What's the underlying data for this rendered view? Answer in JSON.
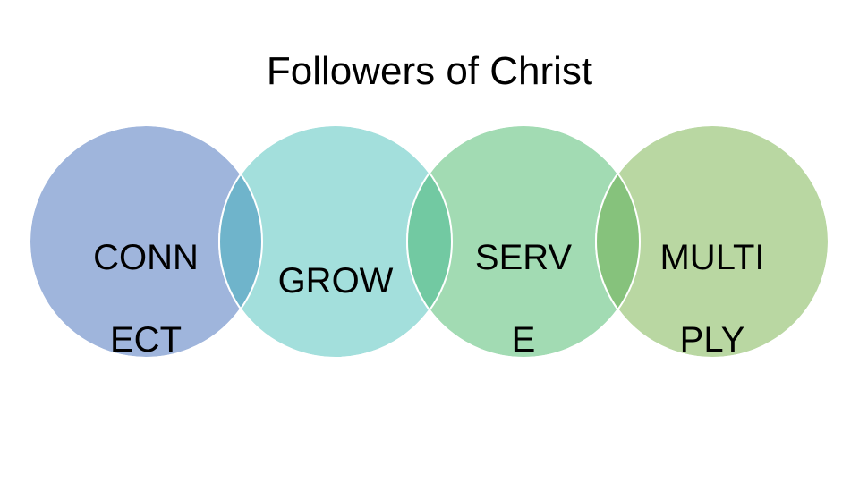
{
  "slide": {
    "title": "Followers of Christ"
  },
  "circles": [
    {
      "label_line1": "CONN",
      "label_line2": "ECT",
      "fill": "#9fb5dc"
    },
    {
      "label_line1": "GROW",
      "label_line2": "",
      "fill": "#a3dfdc"
    },
    {
      "label_line1": "SERV",
      "label_line2": "E",
      "fill": "#a2dbb3"
    },
    {
      "label_line1": "MULTI",
      "label_line2": "PLY",
      "fill": "#b9d7a2"
    }
  ],
  "overlaps": [
    {
      "fill": "#6fb4cb"
    },
    {
      "fill": "#72c9a2"
    },
    {
      "fill": "#86c27c"
    }
  ]
}
